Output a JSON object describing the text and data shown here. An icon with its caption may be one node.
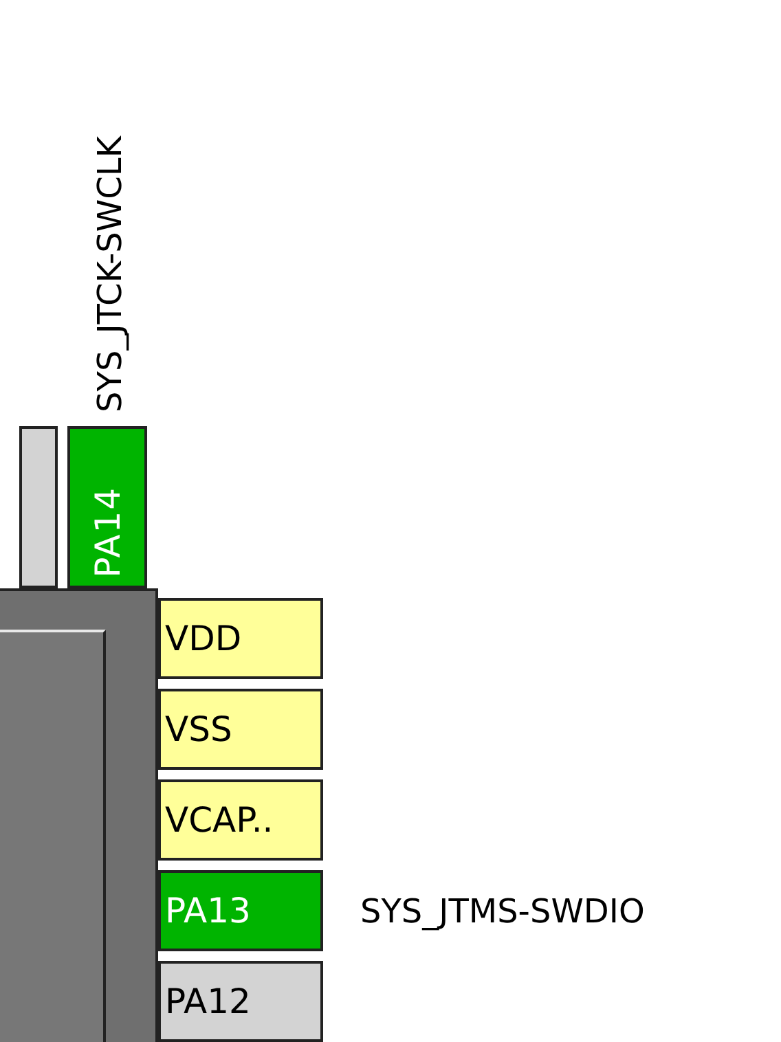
{
  "diagram": {
    "nodes": [
      {
        "text": [],
        "shape": "box"
      },
      {
        "text": [],
        "shape": "box"
      },
      {
        "text": [
          "PA14"
        ],
        "beside": [
          "SYS_JTCK-SWCLK"
        ]
      },
      {
        "text": [
          "VDD"
        ]
      },
      {
        "text": [
          "VSS"
        ]
      },
      {
        "text": [
          "VCAP.."
        ]
      },
      {
        "text": [
          "PA13"
        ],
        "beside": [
          "SYS_JTMS-SWDIO"
        ]
      },
      {
        "text": [
          "PA12"
        ]
      }
    ]
  }
}
